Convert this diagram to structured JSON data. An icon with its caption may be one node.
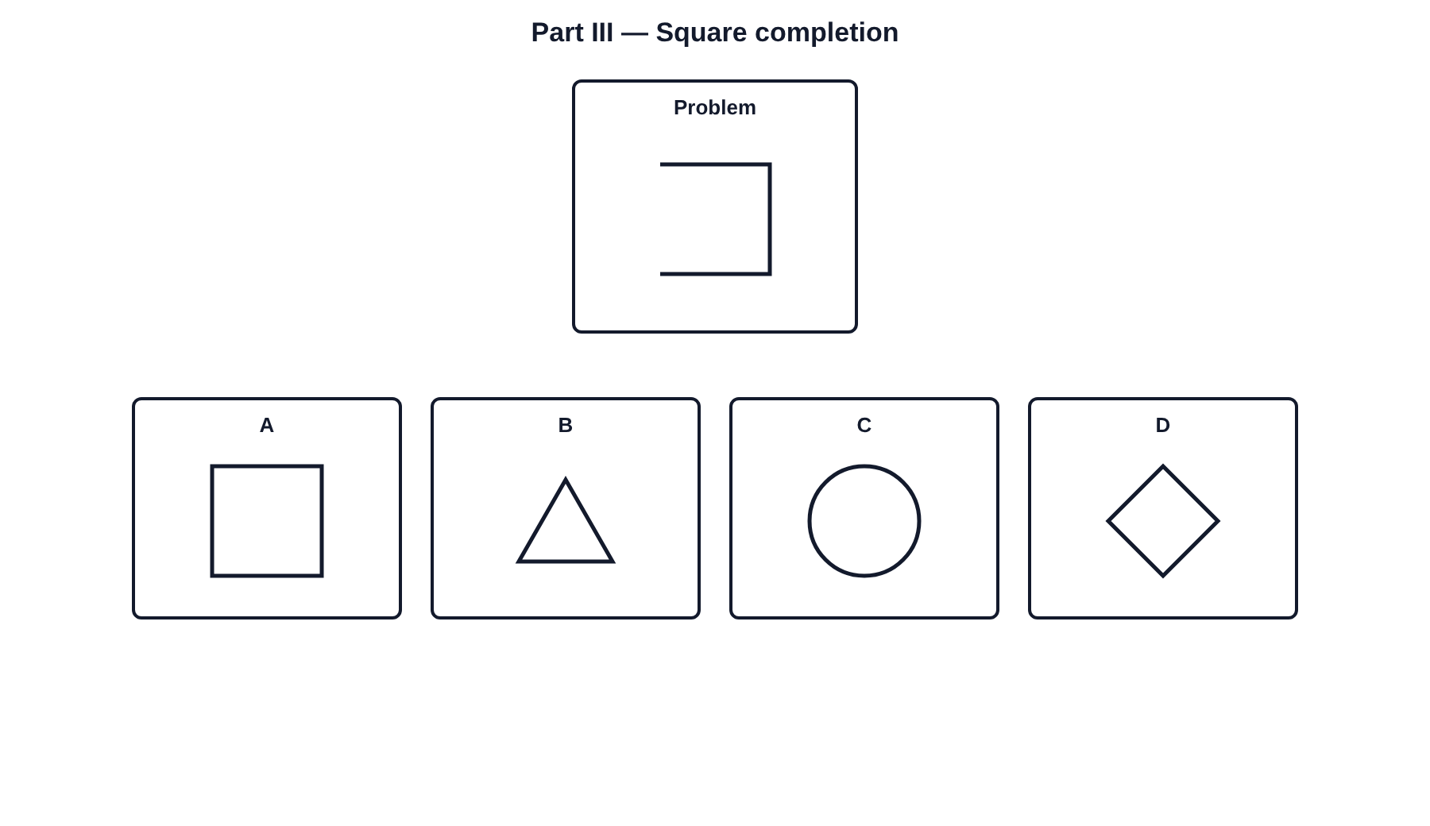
{
  "diagram": {
    "title": "Part III — Square completion",
    "nodes": [
      {
        "text": [
          "Problem"
        ]
      },
      {
        "text": [],
        "shape": "bracket",
        "in": 0
      },
      {
        "text": [
          "A"
        ]
      },
      {
        "text": [],
        "shape": "square",
        "in": 2
      },
      {
        "text": [
          "B"
        ]
      },
      {
        "text": [],
        "shape": "triangle",
        "in": 4
      },
      {
        "text": [
          "C"
        ]
      },
      {
        "text": [],
        "shape": "circle",
        "in": 6
      },
      {
        "text": [
          "D"
        ]
      },
      {
        "text": [],
        "shape": "diamond",
        "in": 8
      }
    ]
  }
}
